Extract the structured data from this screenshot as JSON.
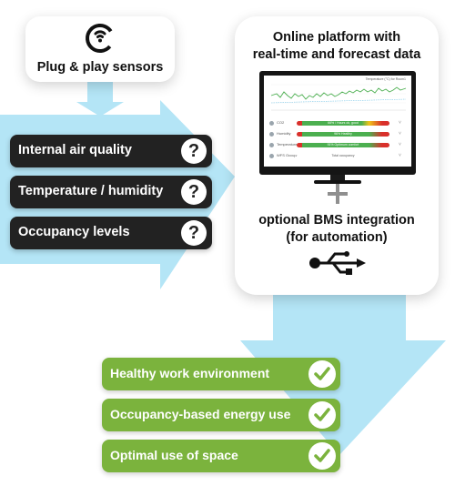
{
  "sensors": {
    "title": "Plug & play sensors",
    "icon": "sensor-signal-icon",
    "questions": [
      {
        "label": "Internal air quality",
        "icon": "question-icon"
      },
      {
        "label": "Temperature / humidity",
        "icon": "question-icon"
      },
      {
        "label": "Occupancy levels",
        "icon": "question-icon"
      }
    ],
    "question_mark": "?"
  },
  "platform": {
    "title_line1": "Online platform with",
    "title_line2": "real-time and forecast data",
    "bms_line1": "optional BMS integration",
    "bms_line2": "(for automation)",
    "usb_icon": "usb-icon",
    "plus_icon": "plus-icon",
    "dashboard": {
      "chart_title": "Temperature (°C) for Room1",
      "rows": [
        {
          "name": "CO2",
          "bar_text": "66% / Hours ok, good",
          "colors": [
            "#d9302b",
            "#4caf50",
            "#f0c419",
            "#d9302b"
          ]
        },
        {
          "name": "Humidity",
          "bar_text": "96% Healthy",
          "colors": [
            "#d9302b",
            "#4caf50",
            "#4caf50",
            "#d9302b"
          ]
        },
        {
          "name": "Temperature",
          "bar_text": "91% Optimum comfort",
          "colors": [
            "#d9302b",
            "#4caf50",
            "#4caf50",
            "#d9302b"
          ]
        },
        {
          "name": "WFS Occupancy",
          "bar_text": "Total occupancy",
          "colors": [
            "#ffffff"
          ]
        }
      ]
    }
  },
  "results": [
    {
      "label": "Healthy work environment",
      "icon": "check-icon"
    },
    {
      "label": "Occupancy-based energy use",
      "icon": "check-icon"
    },
    {
      "label": "Optimal use of space",
      "icon": "check-icon"
    }
  ],
  "colors": {
    "arrow": "#b4e5f6",
    "question_pill": "#222222",
    "result_pill": "#7bb33d",
    "check": "#7bb33d"
  }
}
